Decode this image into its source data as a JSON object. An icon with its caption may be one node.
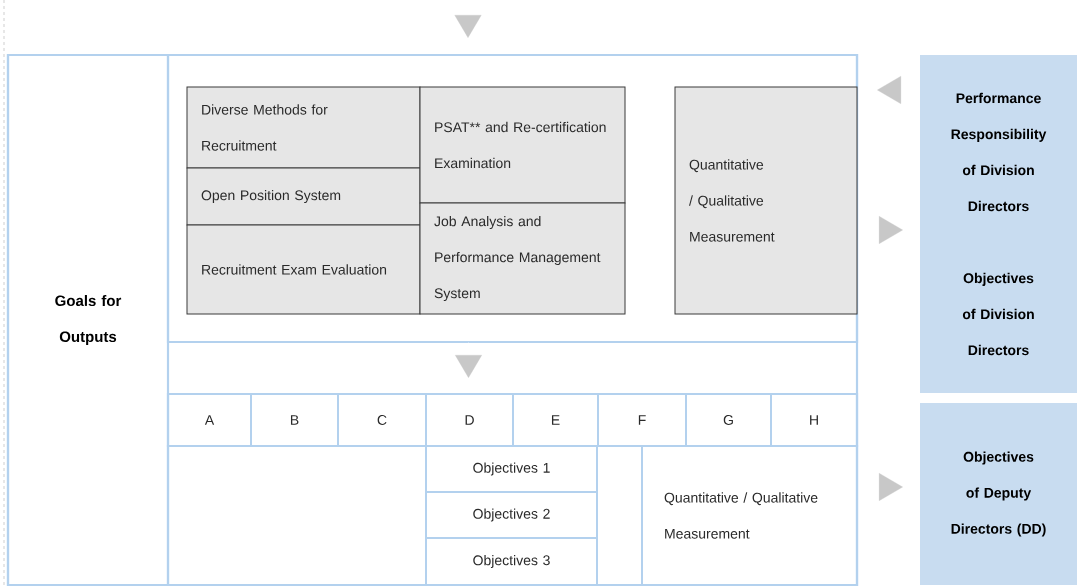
{
  "diagram": {
    "nodes": [
      {
        "text": [],
        "shape": "box"
      },
      {
        "text": [
          "Goals for Outputs"
        ],
        "in": 0
      },
      {
        "text": [],
        "shape": "box",
        "in": 0
      },
      {
        "text": [
          "Diverse Methods for Recruitment"
        ],
        "in": 2
      },
      {
        "text": [
          "Open Position System"
        ],
        "in": 2
      },
      {
        "text": [
          "Recruitment Exam Evaluation"
        ],
        "in": 2
      },
      {
        "text": [
          "PSAT** and Re-certification Examination"
        ],
        "in": 2
      },
      {
        "text": [
          "Job Analysis and Performance Management System"
        ],
        "in": 2
      },
      {
        "text": [
          "Quantitative / Qualitative Measurement"
        ],
        "in": 2
      },
      {
        "text": [],
        "shape": "box",
        "in": 0
      },
      {
        "text": [
          "A"
        ],
        "in": 9
      },
      {
        "text": [
          "B"
        ],
        "in": 9
      },
      {
        "text": [
          "C"
        ],
        "in": 9
      },
      {
        "text": [
          "D"
        ],
        "in": 9
      },
      {
        "text": [
          "E"
        ],
        "in": 9
      },
      {
        "text": [
          "F"
        ],
        "in": 9
      },
      {
        "text": [
          "G"
        ],
        "in": 9
      },
      {
        "text": [
          "H"
        ],
        "in": 9
      },
      {
        "text": [],
        "shape": "box",
        "in": 0
      },
      {
        "text": [
          "Objectives 1"
        ],
        "in": 18
      },
      {
        "text": [
          "Objectives 2"
        ],
        "in": 18
      },
      {
        "text": [
          "Objectives 3"
        ],
        "in": 18
      },
      {
        "text": [
          "Quantitative / Qualitative Measurement"
        ],
        "in": 18
      },
      {
        "text": [
          "Performance Responsibility of Division Directors",
          "Objectives of Division Directors"
        ]
      },
      {
        "text": [
          "Objectives of Deputy Directors (DD)"
        ]
      }
    ],
    "edges": [
      {
        "from": null,
        "to": 0,
        "arrow": "to"
      },
      {
        "from": 2,
        "to": 9,
        "arrow": "to"
      },
      {
        "from": 23,
        "to": 2,
        "arrow": "to"
      },
      {
        "from": 2,
        "to": 23,
        "arrow": "to"
      },
      {
        "from": 18,
        "to": 24,
        "arrow": "to"
      }
    ]
  }
}
